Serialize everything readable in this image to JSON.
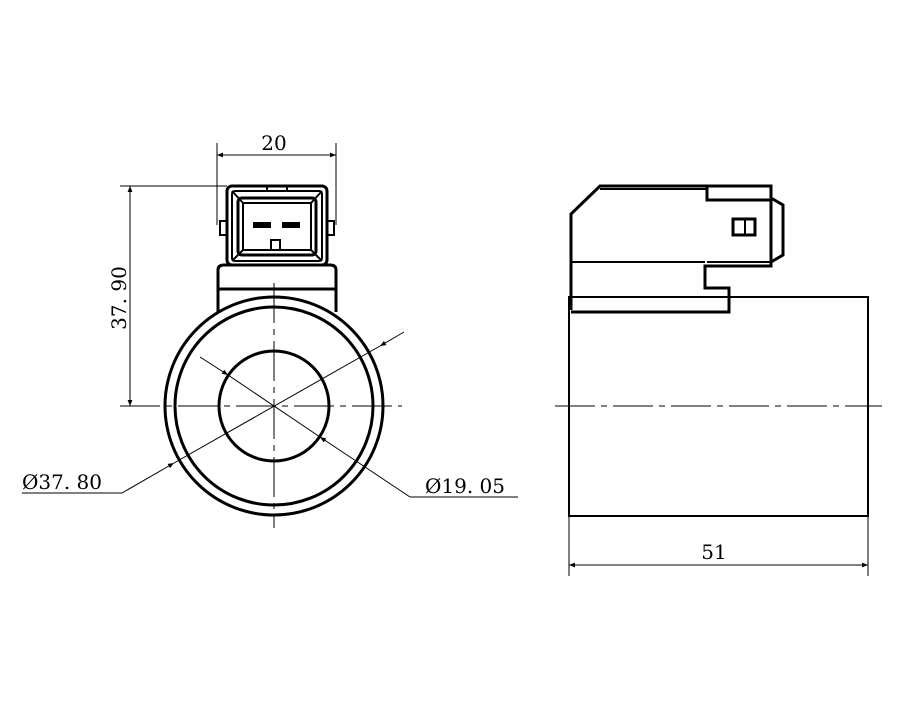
{
  "drawing": {
    "front_view": {
      "width_dim": "20",
      "height_dim": "37. 90",
      "outer_diameter": "Ø37. 80",
      "inner_diameter": "Ø19. 05"
    },
    "side_view": {
      "length_dim": "51"
    },
    "line_color": "#000000",
    "background": "#ffffff"
  }
}
